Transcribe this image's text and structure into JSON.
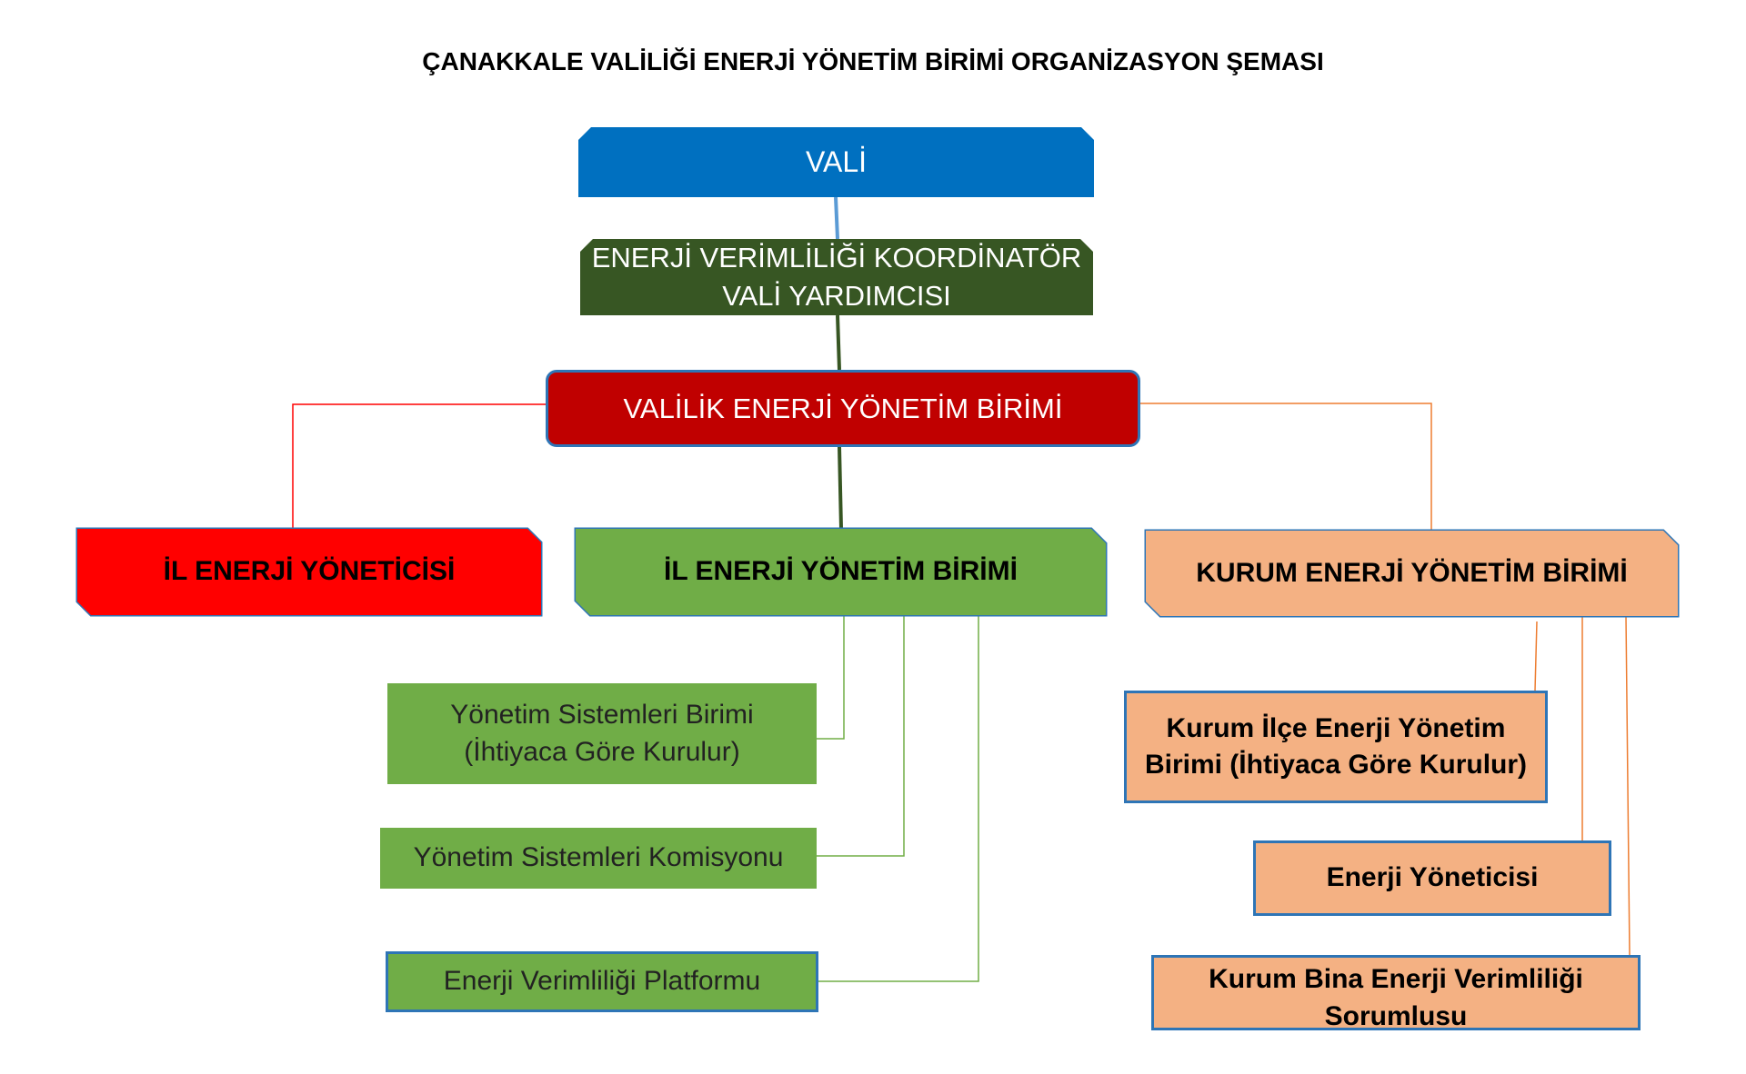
{
  "title": "ÇANAKKALE VALİLİĞİ ENERJİ YÖNETİM BİRİMİ ORGANİZASYON ŞEMASI",
  "nodes": {
    "vali": "VALİ",
    "koordinator": {
      "line1": "ENERJİ VERİMLİLİĞİ KOORDİNATÖR",
      "line2": "VALİ YARDIMCISI"
    },
    "valilik_birim": "VALİLİK ENERJİ YÖNETİM BİRİMİ",
    "il_enerji_yoneticisi": "İL ENERJİ YÖNETİCİSİ",
    "il_enerji_yonetim_birimi": "İL ENERJİ YÖNETİM BİRİMİ",
    "kurum_enerji_yonetim_birimi": "KURUM ENERJİ YÖNETİM BİRİMİ",
    "yonetim_sistemleri_birimi": {
      "line1": "Yönetim Sistemleri Birimi",
      "line2": "(İhtiyaca Göre Kurulur)"
    },
    "yonetim_sistemleri_komisyonu": "Yönetim Sistemleri Komisyonu",
    "enerji_verimliligi_platformu": "Enerji Verimliliği Platformu",
    "kurum_ilce_birimi": {
      "line1": "Kurum İlçe Enerji Yönetim",
      "line2": "Birimi (İhtiyaca Göre Kurulur)"
    },
    "enerji_yoneticisi": "Enerji Yöneticisi",
    "kurum_bina_sorumlusu": {
      "line1": "Kurum Bina Enerji Verimliliği",
      "line2": "Sorumlusu"
    }
  },
  "colors": {
    "vali": "#0070C0",
    "koordinator": "#375623",
    "valilik_birim": "#C00000",
    "il_enerji_yoneticisi": "#FF0000",
    "il_enerji_yonetim_birimi": "#70AD47",
    "kurum": "#F4B183",
    "border": "#2E75B6"
  }
}
